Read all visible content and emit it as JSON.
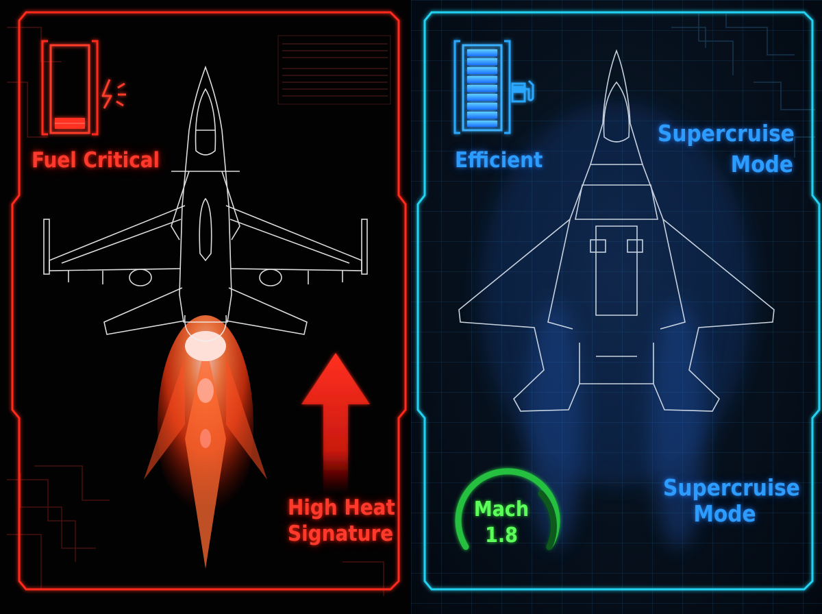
{
  "left_panel": {
    "fuel_status": "Fuel Critical",
    "heat_line1": "High Heat",
    "heat_line2": "Signature",
    "fuel_level": 0.15,
    "accent_color": "#ff3a2c",
    "icons": [
      "fuel-gauge-icon",
      "lightning-bolt-icon",
      "up-arrow-icon",
      "jet-outline-icon",
      "afterburner-flame-icon"
    ]
  },
  "right_panel": {
    "fuel_status": "Efficient",
    "mode_top_line1": "Supercruise",
    "mode_top_line2": "Mode",
    "mode_bottom_line1": "Supercruise",
    "mode_bottom_line2": "Mode",
    "speed_line1": "Mach",
    "speed_line2": "1.8",
    "fuel_level": 1.0,
    "accent_color": "#2d9cff",
    "gauge_color": "#5dff5a",
    "icons": [
      "fuel-gauge-icon",
      "fuel-pump-icon",
      "stealth-jet-outline-icon",
      "mach-gauge-icon"
    ]
  }
}
